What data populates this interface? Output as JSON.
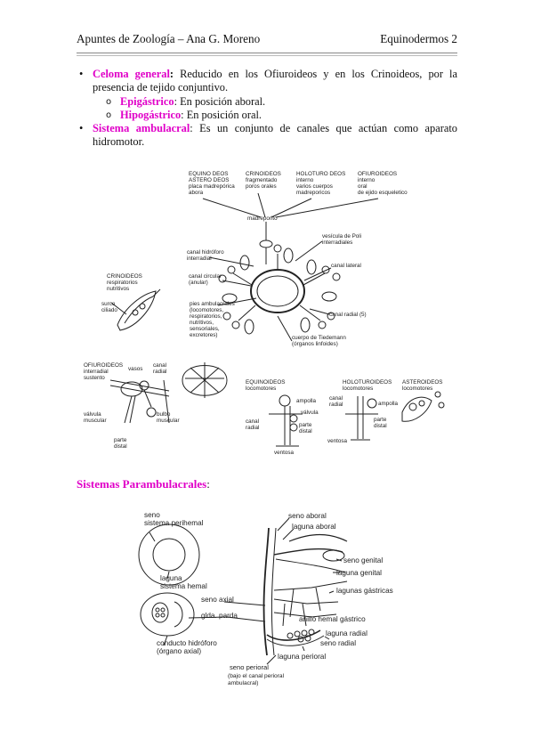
{
  "header": {
    "left": "Apuntes de Zoología – Ana G. Moreno",
    "right": "Equinodermos 2"
  },
  "bullets": {
    "celoma": {
      "term": "Celoma general",
      "colon": ":",
      "text": " Reducido en los Ofiuroideos y en los Crinoideos, por la presencia de tejido conjuntivo."
    },
    "epi": {
      "term": "Epigástrico",
      "text": ": En posición aboral."
    },
    "hipo": {
      "term": "Hipogástrico",
      "text": ": En posición oral."
    },
    "ambulacral": {
      "term": "Sistema ambulacral",
      "text": ": Es un conjunto de canales que actúan como aparato hidromotor."
    }
  },
  "bullet_symbol": "•",
  "sub_symbol": "o",
  "figure1": {
    "labels": {
      "equino": [
        "EQUINO DEOS",
        "ASTERO DEOS",
        "placa madrepórica",
        "abora"
      ],
      "crinoideos": [
        "CRINOIDEOS",
        "fragmentado",
        "poros orales"
      ],
      "holoturoideos": [
        "HOLOTURO DEOS",
        "interno",
        "varios cuerpos",
        "madreporicos"
      ],
      "ofiuroideos": [
        "OFIUROIDEOS",
        "interno",
        "oral",
        "de ejido esqueletico"
      ],
      "madreporito": "madreporito",
      "vesicula_poli": [
        "vesícula de Poli",
        "interradiales"
      ],
      "canal_hidroforo": [
        "canal hidróforo",
        "interradial"
      ],
      "canal_circular": [
        "canal circular",
        "(anular)"
      ],
      "canal_lateral": "canal lateral",
      "canal_radial": "canal radial (5)",
      "pies_ambulacrales": [
        "pies ambulacrales",
        "(locomotores,",
        "respiratorios,",
        "nutritivos,",
        "sensoriales,",
        "excretores)"
      ],
      "cuerpo_tiedemann": [
        "cuerpo de Tiedemann",
        "(órganos linfoides)"
      ],
      "crinoideos2": [
        "CRINOIDEOS",
        "respiratorios",
        "nutritivos"
      ],
      "surco": [
        "surco",
        "ciliado"
      ],
      "ofiuroideos2": [
        "OFIUROIDEOS",
        "interradial",
        "sustento"
      ],
      "vasos": "vasos",
      "canal_radial_b": [
        "canal",
        "radial"
      ],
      "valvula": [
        "válvula",
        "muscular"
      ],
      "bulbo": [
        "bulbo",
        "muscular"
      ],
      "parte_distal": [
        "parte",
        "distal"
      ],
      "equinoideos": [
        "EQUINOIDEOS",
        "locomotores"
      ],
      "ampolla": "ampolla",
      "valvula2": "válvula",
      "canal_radial2": [
        "canal",
        "radial"
      ],
      "parte_distal2": [
        "parte",
        "distal"
      ],
      "ventosa": "ventosa",
      "holoturoideos2": [
        "HOLOTUROIDEOS",
        "locomotores"
      ],
      "canal_radial3": [
        "canal",
        "radial"
      ],
      "ampolla3": "ampolla",
      "parte_distal3": [
        "parte",
        "distal"
      ],
      "ventosa3": "ventosa",
      "asteroideos": [
        "ASTEROIDEOS",
        "locomotores"
      ]
    }
  },
  "section2": {
    "title": "Sistemas Parambulacrales",
    "colon": ":"
  },
  "figure2": {
    "labels": {
      "seno_sistema": [
        "seno",
        "sistema perihemal"
      ],
      "laguna_sistema": [
        "laguna",
        "sistema hemal"
      ],
      "seno_aboral": "seno aboral",
      "laguna_aboral": "laguna aboral",
      "seno_genital": "seno genital",
      "laguna_genital": "laguna genital",
      "lagunas_gastricas": "lagunas gástricas",
      "seno_axial": "seno axial",
      "glda_parda": "glda. parda",
      "anillo_hemal": "anillo hemal gástrico",
      "conducto": [
        "conducto hidróforo",
        "(órgano axial)"
      ],
      "laguna_radial": "laguna radial",
      "seno_radial": "seno radial",
      "laguna_perioral": "laguna perioral",
      "seno_perioral": [
        "seno perioral",
        "(bajo el canal perioral",
        "ambulacral)"
      ]
    }
  }
}
